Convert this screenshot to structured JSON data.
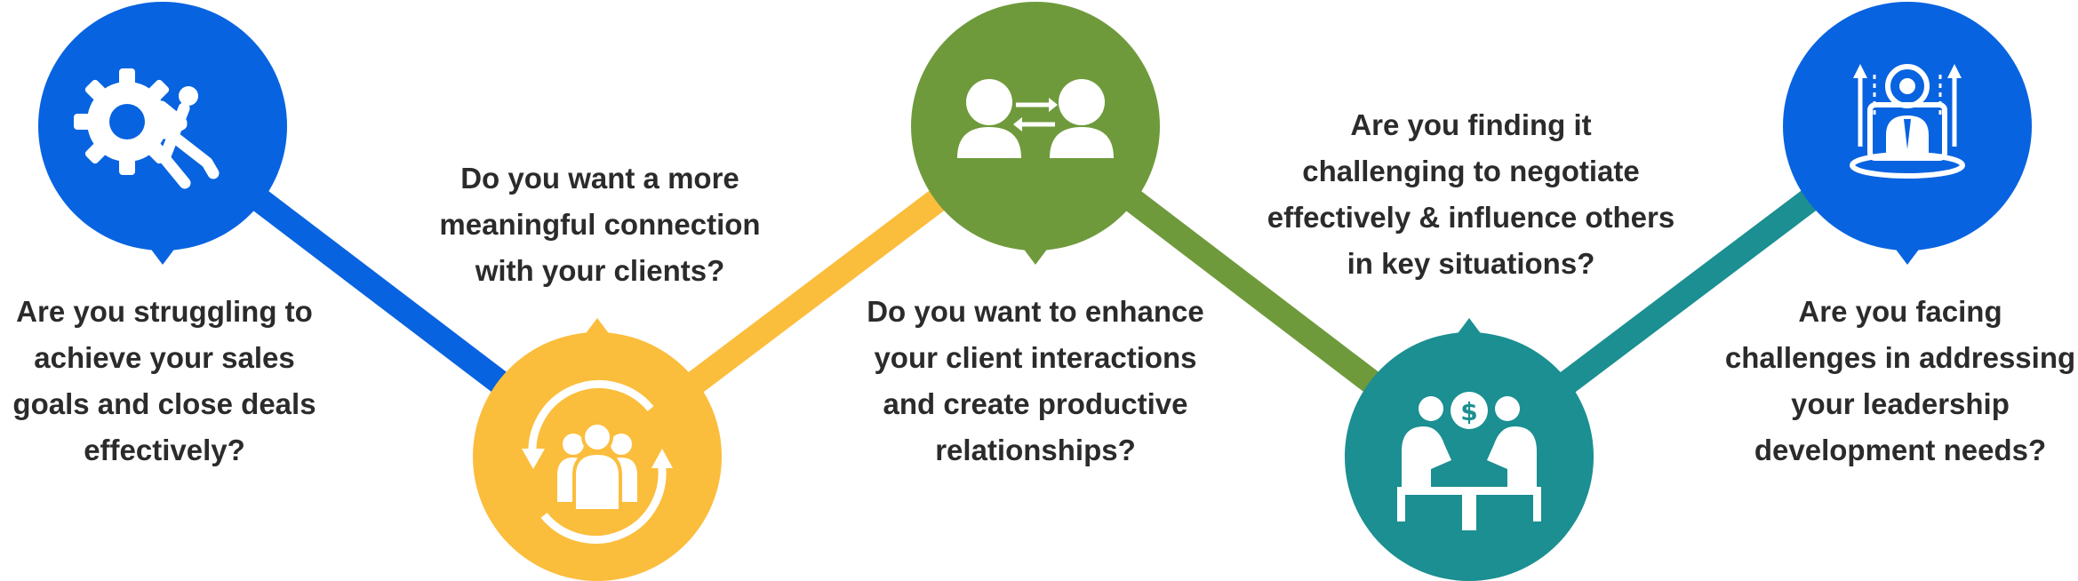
{
  "colors": {
    "blue": "#0863e0",
    "yellow": "#fbbd3c",
    "olive_green": "#6f9a3c",
    "teal": "#1b8f91",
    "text": "#2b2b2b",
    "icon": "#ffffff"
  },
  "steps": [
    {
      "icon": "gear-push-icon",
      "color": "#0863e0",
      "lines": [
        "Are you struggling to",
        "achieve your sales",
        "goals and close deals",
        "effectively?"
      ]
    },
    {
      "icon": "team-cycle-icon",
      "color": "#fbbd3c",
      "lines": [
        "Do you want a more",
        "meaningful connection",
        "with your clients?"
      ]
    },
    {
      "icon": "people-exchange-icon",
      "color": "#6f9a3c",
      "lines": [
        "Do you want to enhance",
        "your client interactions",
        "and create productive",
        "relationships?"
      ]
    },
    {
      "icon": "negotiation-table-icon",
      "color": "#1b8f91",
      "lines": [
        "Are you finding it",
        "challenging to negotiate",
        "effectively & influence others",
        "in key situations?"
      ]
    },
    {
      "icon": "leader-growth-icon",
      "color": "#0863e0",
      "lines": [
        "Are you facing",
        "challenges in addressing",
        "your leadership",
        "development needs?"
      ]
    }
  ]
}
